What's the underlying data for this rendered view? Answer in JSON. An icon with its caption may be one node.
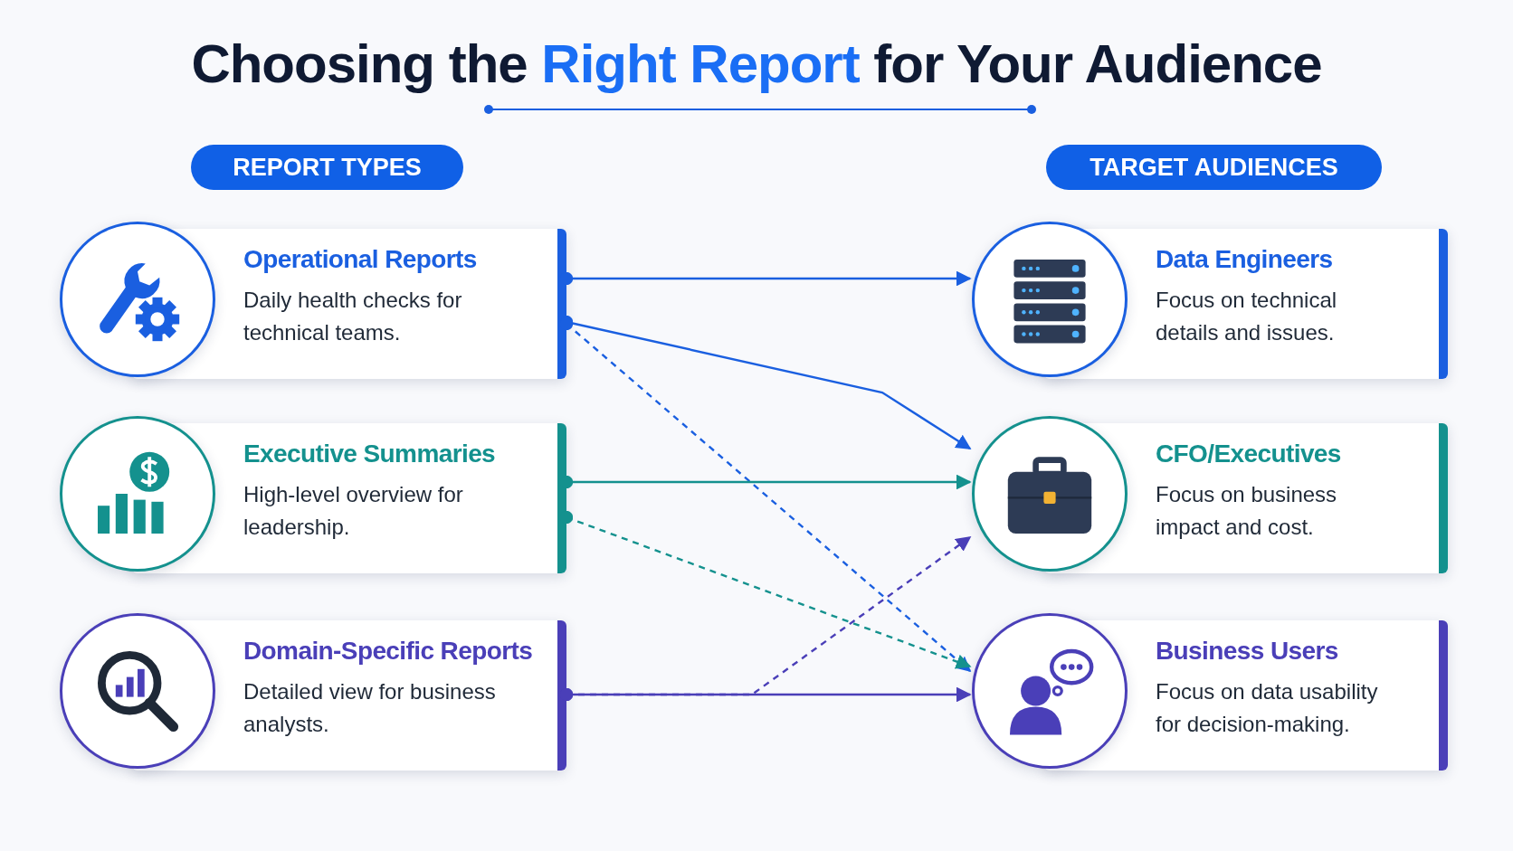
{
  "diagram": {
    "title": "Choosing the **Right Report** for Your Audience",
    "nodes": [
      {
        "text": [
          "REPORT TYPES"
        ]
      },
      {
        "text": [
          "TARGET AUDIENCES"
        ]
      },
      {
        "text": [
          "Operational Reports",
          "Daily health checks for technical teams."
        ]
      },
      {
        "text": [
          "Data Engineers",
          "Focus on technical details and issues."
        ]
      },
      {
        "text": [
          "Executive Summaries",
          "High-level overview for leadership."
        ]
      },
      {
        "text": [
          "CFO/Executives",
          "Focus on business impact and cost."
        ]
      },
      {
        "text": [
          "Domain-Specific Reports",
          "Detailed view for business analysts."
        ]
      },
      {
        "text": [
          "Business Users",
          "Focus on data usability for decision-making."
        ]
      }
    ],
    "edges": [
      {
        "from": 2,
        "to": 3,
        "arrow": "to"
      },
      {
        "from": 2,
        "to": 5,
        "arrow": "to"
      },
      {
        "from": 2,
        "to": 7,
        "arrow": "to",
        "style": "dashed"
      },
      {
        "from": 4,
        "to": 5,
        "arrow": "to",
        "color": "#14918e"
      },
      {
        "from": 4,
        "to": 7,
        "arrow": "to",
        "style": "dashed",
        "color": "#14918e"
      },
      {
        "from": 6,
        "to": 7,
        "arrow": "to",
        "color": "#4a3fb8"
      },
      {
        "from": 6,
        "to": 5,
        "arrow": "to",
        "style": "dashed",
        "color": "#4a3fb8"
      }
    ]
  }
}
